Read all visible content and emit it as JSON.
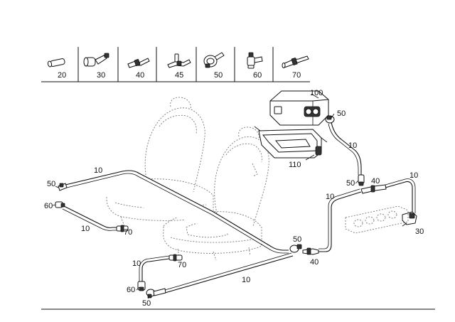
{
  "legend": {
    "items": [
      {
        "id": "20",
        "label": "20",
        "icon": "straight-tube-connector-icon"
      },
      {
        "id": "30",
        "label": "30",
        "icon": "end-cap-connector-icon"
      },
      {
        "id": "40",
        "label": "40",
        "icon": "inline-coupling-icon"
      },
      {
        "id": "45",
        "label": "45",
        "icon": "tee-coupling-icon"
      },
      {
        "id": "50",
        "label": "50",
        "icon": "angled-connector-icon"
      },
      {
        "id": "60",
        "label": "60",
        "icon": "elbow-connector-icon"
      },
      {
        "id": "70",
        "label": "70",
        "icon": "reducer-connector-icon"
      }
    ]
  },
  "diagram": {
    "callouts": {
      "pump": "100",
      "bracket": "110",
      "pump_connector": "50",
      "pump_hose": "10",
      "front_hose_top": "10",
      "front_left_connector_50": "50",
      "front_left_connector_60": "60",
      "front_left_hose": "10",
      "front_seat_connector_70": "70",
      "lower_hose_left": "10",
      "lower_seat_connector_70": "70",
      "lower_left_connector_60": "60",
      "lower_left_connector_50": "50",
      "lower_long_hose": "10",
      "center_connector_50": "50",
      "center_connector_40": "40",
      "right_hose_up": "10",
      "right_connector_50": "50",
      "right_connector_40": "40",
      "right_hose_top": "10",
      "right_end_connector_30": "30"
    }
  }
}
